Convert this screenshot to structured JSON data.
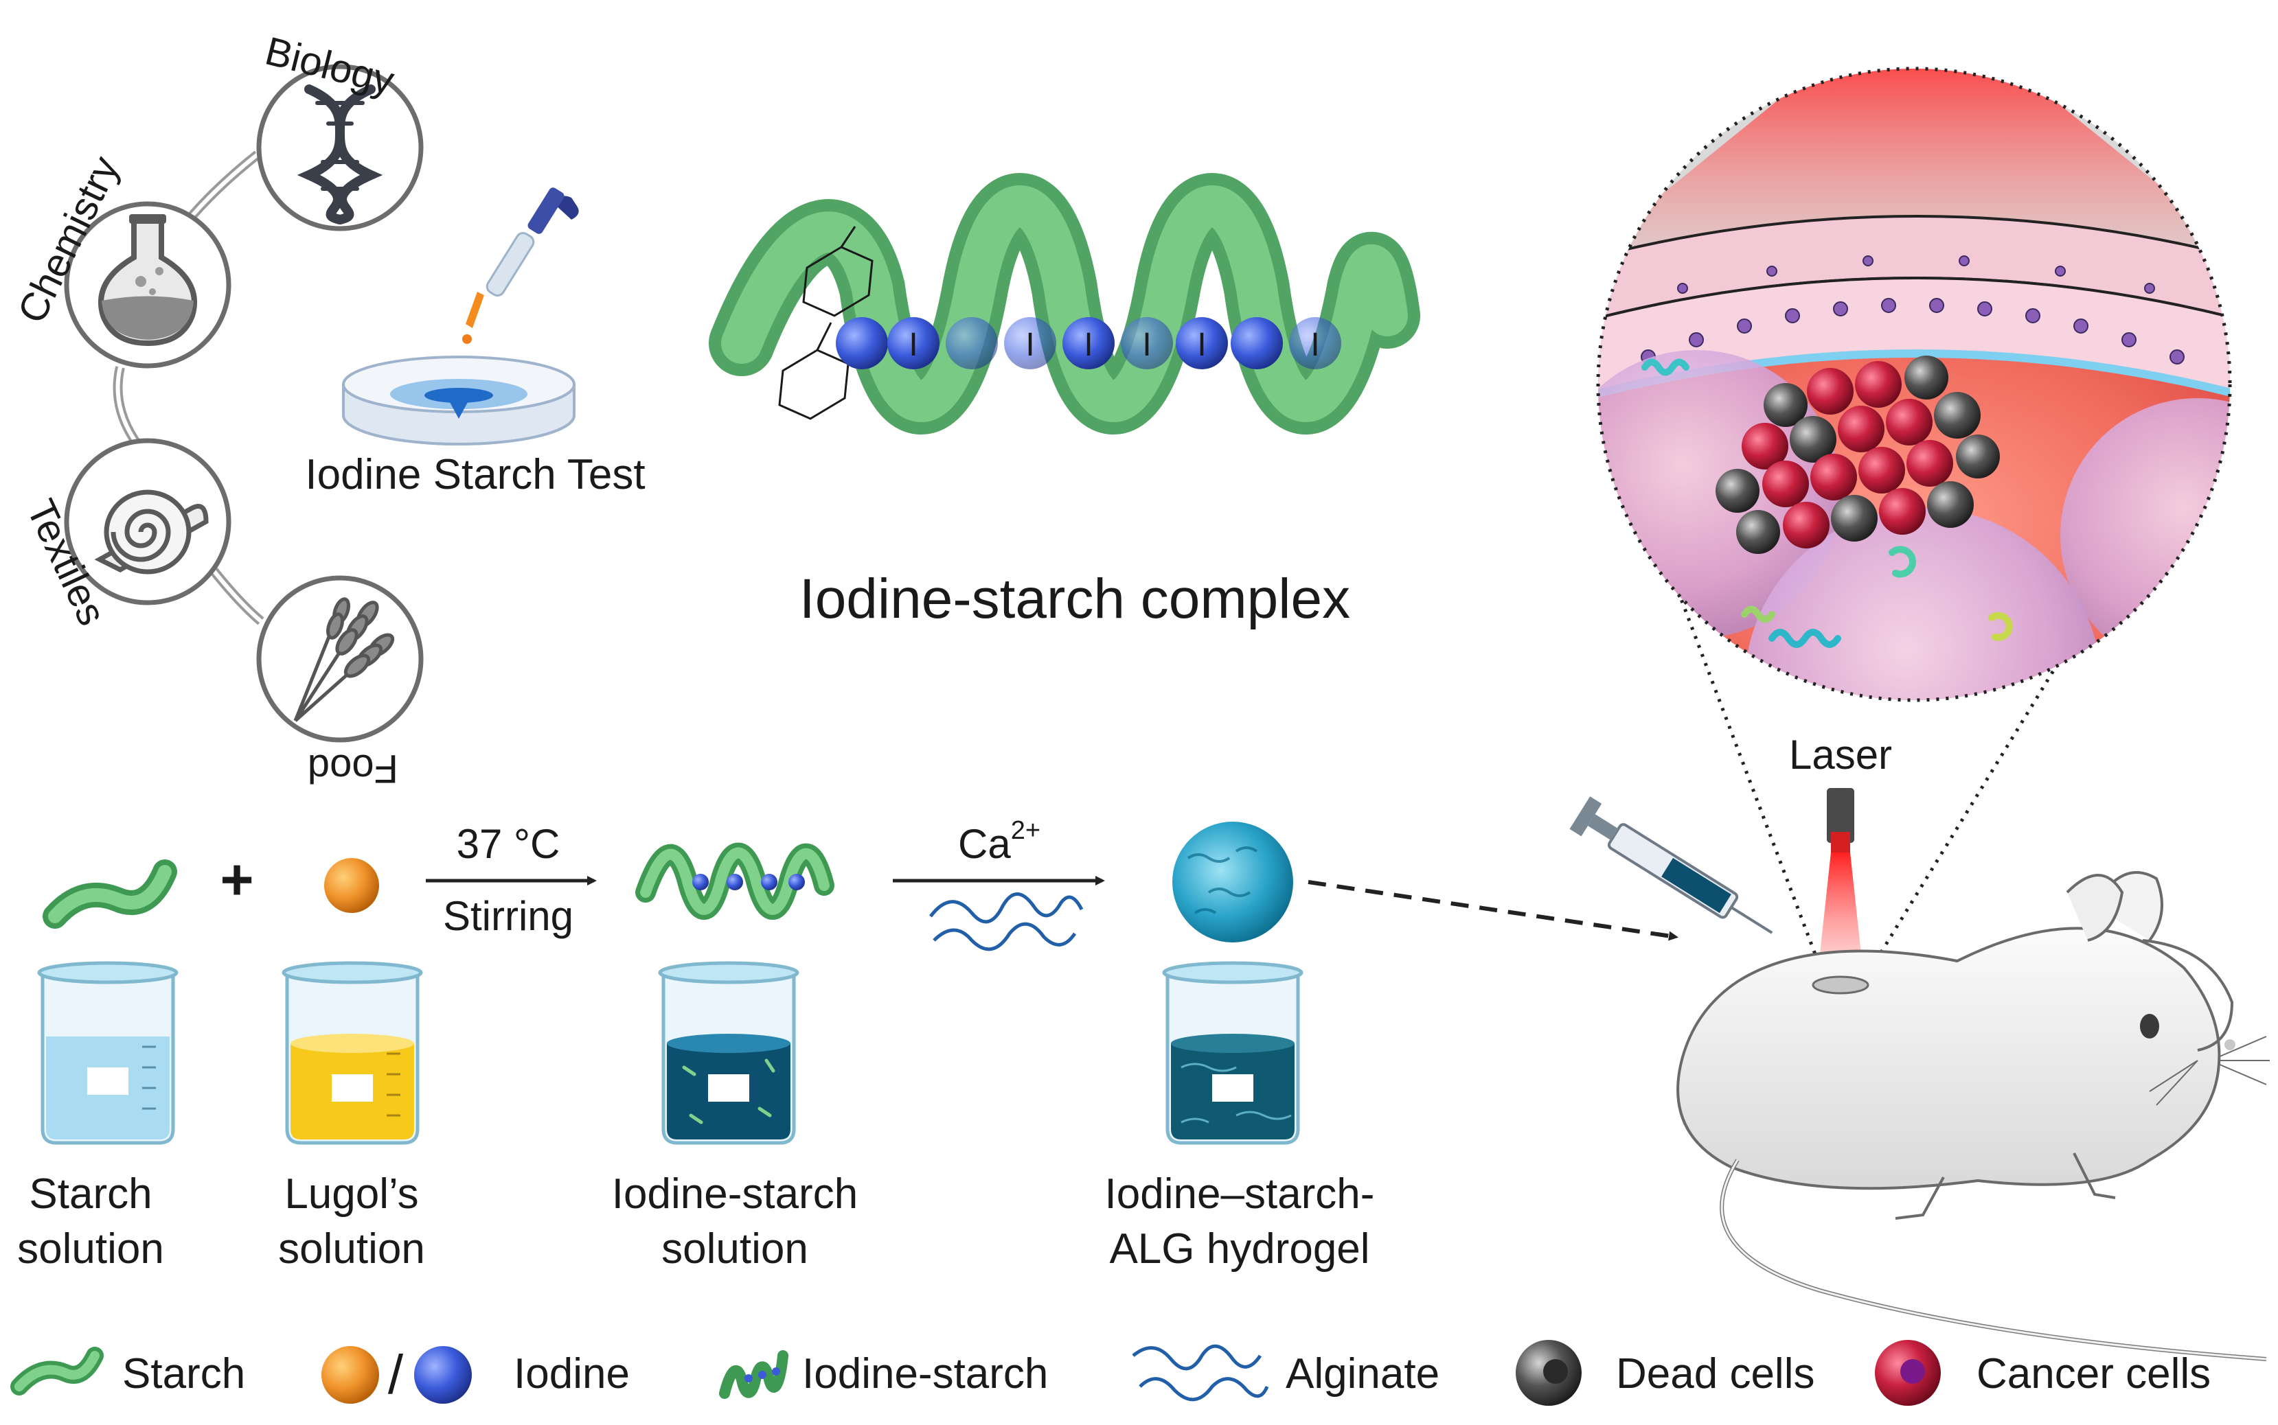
{
  "applications": {
    "biology": "Biology",
    "chemistry": "Chemistry",
    "textiles": "Textiles",
    "food": "Food"
  },
  "iodine_starch_test_label": "Iodine Starch Test",
  "complex_title": "Iodine-starch complex",
  "iodine_symbol": "I",
  "laser_label": "Laser",
  "process": {
    "plus_sign": "+",
    "step1_condition_top": "37 °C",
    "step1_condition_bottom": "Stirring",
    "step2_condition_base": "Ca",
    "step2_condition_sup": "2+",
    "beakers": [
      {
        "line1": "Starch",
        "line2": "solution"
      },
      {
        "line1": "Lugol’s",
        "line2": "solution"
      },
      {
        "line1": "Iodine-starch",
        "line2": "solution"
      },
      {
        "line1": "Iodine–starch-",
        "line2": "ALG hydrogel"
      }
    ]
  },
  "legend": {
    "starch": "Starch",
    "slash": "/",
    "iodine": "Iodine",
    "iodine_starch": "Iodine-starch",
    "alginate": "Alginate",
    "dead_cells": "Dead cells",
    "cancer_cells": "Cancer cells"
  },
  "colors": {
    "starch_green": "#5fbf6f",
    "iodine_orange": "#f0932b",
    "iodine_blue": "#3b5bdb",
    "lugol_yellow": "#f7c91a",
    "starch_solution_blue": "#a9dcf3",
    "iodine_starch_dark": "#0d4f6e",
    "laser_red": "#e32222",
    "cancer_cell": "#c8213f",
    "dead_cell": "#444444"
  }
}
